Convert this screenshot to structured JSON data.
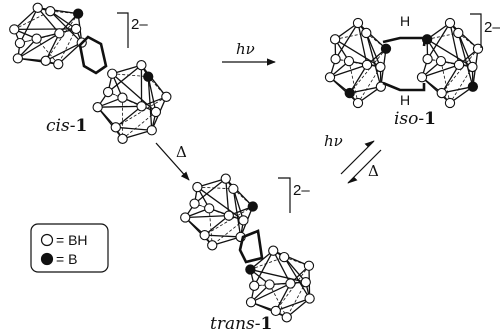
{
  "molecules": {
    "cis": {
      "prefix": "cis",
      "suffix": "1",
      "charge": "2–"
    },
    "iso": {
      "prefix": "iso",
      "suffix": "1",
      "charge": "2–",
      "h_top": "H",
      "h_bottom": "H"
    },
    "trans": {
      "prefix": "trans",
      "suffix": "1",
      "charge": "2–"
    }
  },
  "arrows": {
    "cis_to_iso": "hν",
    "cis_to_trans": "Δ",
    "trans_to_iso": "hν",
    "iso_to_trans": "Δ"
  },
  "legend": {
    "bh_label": "= BH",
    "b_label": "= B"
  }
}
